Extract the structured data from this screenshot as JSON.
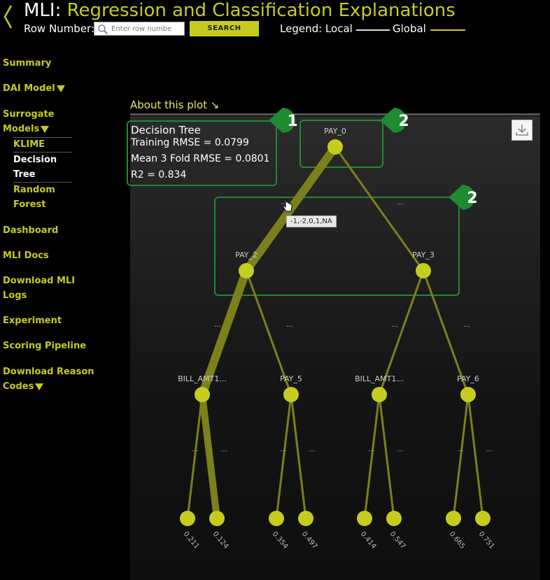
{
  "header": {
    "app_name": "MLI:",
    "title": "Regression and Classification Explanations",
    "row_label": "Row Number:",
    "search_placeholder": "Enter row numbe",
    "search_button": "SEARCH",
    "legend_label": "Legend: Local",
    "legend_global": "Global",
    "colors": {
      "accent": "#c5cc1f",
      "local_line": "#dddddd",
      "global_line": "#c5cc1f"
    }
  },
  "sidebar": {
    "summary": "Summary",
    "dai_model": "DAI Model",
    "surrogate_1": "Surrogate",
    "surrogate_2": "Models",
    "klime": "KLIME",
    "decision_1": "Decision",
    "decision_2": "Tree",
    "random_1": "Random",
    "random_2": "Forest",
    "dashboard": "Dashboard",
    "mli_docs": "MLI Docs",
    "download_logs_1": "Download MLI",
    "download_logs_2": "Logs",
    "experiment": "Experiment",
    "scoring": "Scoring Pipeline",
    "reason_1": "Download Reason",
    "reason_2": "Codes"
  },
  "plot": {
    "about": "About this plot ↘",
    "stats": {
      "title": "Decision Tree",
      "training_rmse": "Training RMSE = 0.0799",
      "cv_rmse": "Mean 3 Fold RMSE = 0.0801",
      "r2": "R2 = 0.834"
    },
    "callouts": [
      "1",
      "2",
      "2"
    ],
    "tooltip": "-1,-2,0,1,NA",
    "nodes": {
      "root": "PAY_0",
      "l1_left": "PAY_2",
      "l1_right": "PAY_3",
      "l2_a": "BILL_AMT1...",
      "l2_b": "PAY_5",
      "l2_c": "BILL_AMT1...",
      "l2_d": "PAY_6"
    },
    "edge_label": "...",
    "leaves": [
      "0.211",
      "0.124",
      "0.354",
      "0.497",
      "0.414",
      "0.547",
      "0.665",
      "0.751"
    ],
    "colors": {
      "node": "#c5cc1f",
      "edge": "#7c7f1b",
      "callout": "#1f8a2f"
    }
  }
}
